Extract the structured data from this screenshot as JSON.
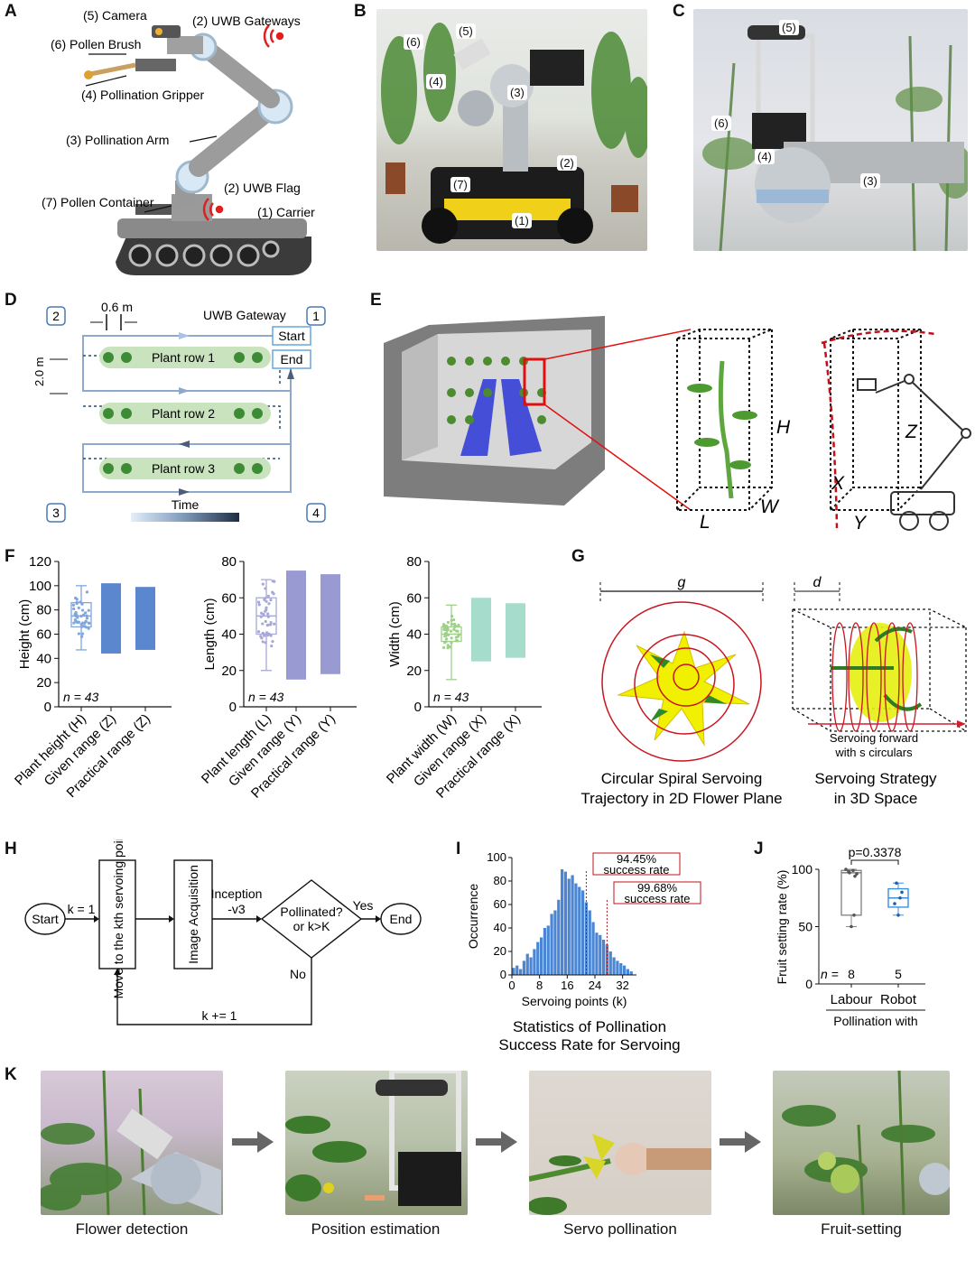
{
  "panel_labels": [
    "A",
    "B",
    "C",
    "D",
    "E",
    "F",
    "G",
    "H",
    "I",
    "J",
    "K"
  ],
  "A": {
    "callouts": [
      "(5) Camera",
      "(2) UWB Gateways",
      "(6) Pollen Brush",
      "(4) Pollination Gripper",
      "(3) Pollination Arm",
      "(2) UWB Flag",
      "(7) Pollen Container",
      "(1) Carrier"
    ]
  },
  "B": {
    "tags": [
      "(6)",
      "(5)",
      "(4)",
      "(3)",
      "(2)",
      "(7)",
      "(1)"
    ]
  },
  "C": {
    "tags": [
      "(5)",
      "(6)",
      "(4)",
      "(3)"
    ]
  },
  "D": {
    "spacing": "0.6 m",
    "height": "2.0 m",
    "gateway": "UWB Gateway",
    "start": "Start",
    "end": "End",
    "rows": [
      "Plant row 1",
      "Plant row 2",
      "Plant row 3"
    ],
    "corners": [
      "1",
      "2",
      "3",
      "4"
    ],
    "time": "Time"
  },
  "E": {
    "dims_plant": [
      "H",
      "L",
      "W"
    ],
    "dims_robot": [
      "Z",
      "X",
      "Y"
    ]
  },
  "F": {
    "charts": [
      {
        "ylabel": "Height (cm)",
        "ymax": 120,
        "ticks": [
          0,
          20,
          40,
          60,
          80,
          100,
          120
        ],
        "cats": [
          "Plant height (H)",
          "Given range (Z)",
          "Practical range (Z)"
        ],
        "box": {
          "min": 47,
          "q1": 66,
          "median": 75,
          "q3": 86,
          "max": 100
        },
        "given": [
          44,
          102
        ],
        "practical": [
          47,
          99
        ],
        "n": "n = 43",
        "color": "#5b87cf",
        "box_color": "#7fa6de"
      },
      {
        "ylabel": "Length (cm)",
        "ymax": 80,
        "ticks": [
          0,
          20,
          40,
          60,
          80
        ],
        "cats": [
          "Plant length (L)",
          "Given range (Y)",
          "Practical range (Y)"
        ],
        "box": {
          "min": 20,
          "q1": 40,
          "median": 50,
          "q3": 60,
          "max": 70
        },
        "given": [
          15,
          75
        ],
        "practical": [
          18,
          73
        ],
        "n": "n = 43",
        "color": "#9a9ad2",
        "box_color": "#a8a8d8"
      },
      {
        "ylabel": "Width (cm)",
        "ymax": 80,
        "ticks": [
          0,
          20,
          40,
          60,
          80
        ],
        "cats": [
          "Plant width (W)",
          "Given range (X)",
          "Practical range (X)"
        ],
        "box": {
          "min": 15,
          "q1": 36,
          "median": 40,
          "q3": 44,
          "max": 56
        },
        "given": [
          25,
          60
        ],
        "practical": [
          27,
          57
        ],
        "n": "n = 43",
        "color": "#a6dccb",
        "box_color": "#9ed08a"
      }
    ]
  },
  "G": {
    "g_label": "g",
    "d_label": "d",
    "servo_note_1": "Servoing forward",
    "servo_note_2": "with s circulars",
    "caption_left_1": "Circular Spiral Servoing",
    "caption_left_2": "Trajectory in 2D Flower Plane",
    "caption_right_1": "Servoing Strategy",
    "caption_right_2": "in 3D Space"
  },
  "H": {
    "start": "Start",
    "k_init": "k = 1",
    "move": "Move to the kth servoing point",
    "acq": "Image Acquisition",
    "inception_1": "Inception",
    "inception_2": "-v3",
    "decision_1": "Pollinated?",
    "decision_2": "or k>K",
    "yes": "Yes",
    "no": "No",
    "end": "End",
    "increment": "k += 1"
  },
  "I": {
    "ylabel": "Occurrence",
    "xlabel": "Servoing points (k)",
    "caption_1": "Statistics of Pollination",
    "caption_2": "Success Rate for Servoing",
    "annot1_pct": "94.45%",
    "annot1_txt": "success rate",
    "annot2_pct": "99.68%",
    "annot2_txt": "success rate"
  },
  "J": {
    "ylabel": "Fruit setting rate (%)",
    "p": "p=0.3378",
    "n_prefix": "n =",
    "n_labour": "8",
    "n_robot": "5",
    "cats": [
      "Labour",
      "Robot"
    ],
    "xlabel": "Pollination with"
  },
  "K": {
    "steps": [
      "Flower detection",
      "Position estimation",
      "Servo pollination",
      "Fruit-setting"
    ]
  },
  "chart_data": [
    {
      "type": "box",
      "title": "",
      "ylabel": "Height (cm)",
      "ylim": [
        0,
        120
      ],
      "categories": [
        "Plant height (H)",
        "Given range (Z)",
        "Practical range (Z)"
      ],
      "box": {
        "min": 47,
        "q1": 66,
        "median": 75,
        "q3": 86,
        "max": 100
      },
      "ranges": {
        "Given range (Z)": [
          44,
          102
        ],
        "Practical range (Z)": [
          47,
          99
        ]
      },
      "n": 43
    },
    {
      "type": "box",
      "title": "",
      "ylabel": "Length (cm)",
      "ylim": [
        0,
        80
      ],
      "categories": [
        "Plant length (L)",
        "Given range (Y)",
        "Practical range (Y)"
      ],
      "box": {
        "min": 20,
        "q1": 40,
        "median": 50,
        "q3": 60,
        "max": 70
      },
      "ranges": {
        "Given range (Y)": [
          15,
          75
        ],
        "Practical range (Y)": [
          18,
          73
        ]
      },
      "n": 43
    },
    {
      "type": "box",
      "title": "",
      "ylabel": "Width (cm)",
      "ylim": [
        0,
        80
      ],
      "categories": [
        "Plant width (W)",
        "Given range (X)",
        "Practical range (X)"
      ],
      "box": {
        "min": 15,
        "q1": 36,
        "median": 40,
        "q3": 44,
        "max": 56
      },
      "ranges": {
        "Given range (X)": [
          25,
          60
        ],
        "Practical range (X)": [
          27,
          57
        ]
      },
      "n": 43
    },
    {
      "type": "bar",
      "title": "Statistics of Pollination Success Rate for Servoing",
      "xlabel": "Servoing points (k)",
      "ylabel": "Occurrence",
      "xlim": [
        0,
        36
      ],
      "ylim": [
        0,
        100
      ],
      "xticks": [
        0,
        8,
        16,
        24,
        32
      ],
      "yticks": [
        0,
        20,
        40,
        60,
        80,
        100
      ],
      "x": [
        1,
        2,
        3,
        4,
        5,
        6,
        7,
        8,
        9,
        10,
        11,
        12,
        13,
        14,
        15,
        16,
        17,
        18,
        19,
        20,
        21,
        22,
        23,
        24,
        25,
        26,
        27,
        28,
        29,
        30,
        31,
        32,
        33,
        34,
        35
      ],
      "values": [
        6,
        8,
        5,
        12,
        18,
        15,
        22,
        28,
        32,
        40,
        42,
        52,
        55,
        64,
        90,
        88,
        82,
        85,
        78,
        75,
        72,
        62,
        55,
        45,
        36,
        34,
        30,
        26,
        20,
        15,
        12,
        10,
        8,
        5,
        3
      ],
      "annotations": [
        {
          "x": 21.5,
          "label": "94.45% success rate"
        },
        {
          "x": 27.5,
          "label": "99.68% success rate"
        }
      ]
    },
    {
      "type": "box",
      "title": "",
      "ylabel": "Fruit setting rate (%)",
      "ylim": [
        0,
        100
      ],
      "yticks": [
        0,
        50,
        100
      ],
      "categories": [
        "Labour",
        "Robot"
      ],
      "boxes": [
        {
          "min": 50,
          "q1": 60,
          "median": 97,
          "q3": 99,
          "max": 100,
          "n": 8
        },
        {
          "min": 60,
          "q1": 67,
          "median": 75,
          "q3": 83,
          "max": 88,
          "n": 5
        }
      ],
      "p_value": 0.3378
    }
  ]
}
